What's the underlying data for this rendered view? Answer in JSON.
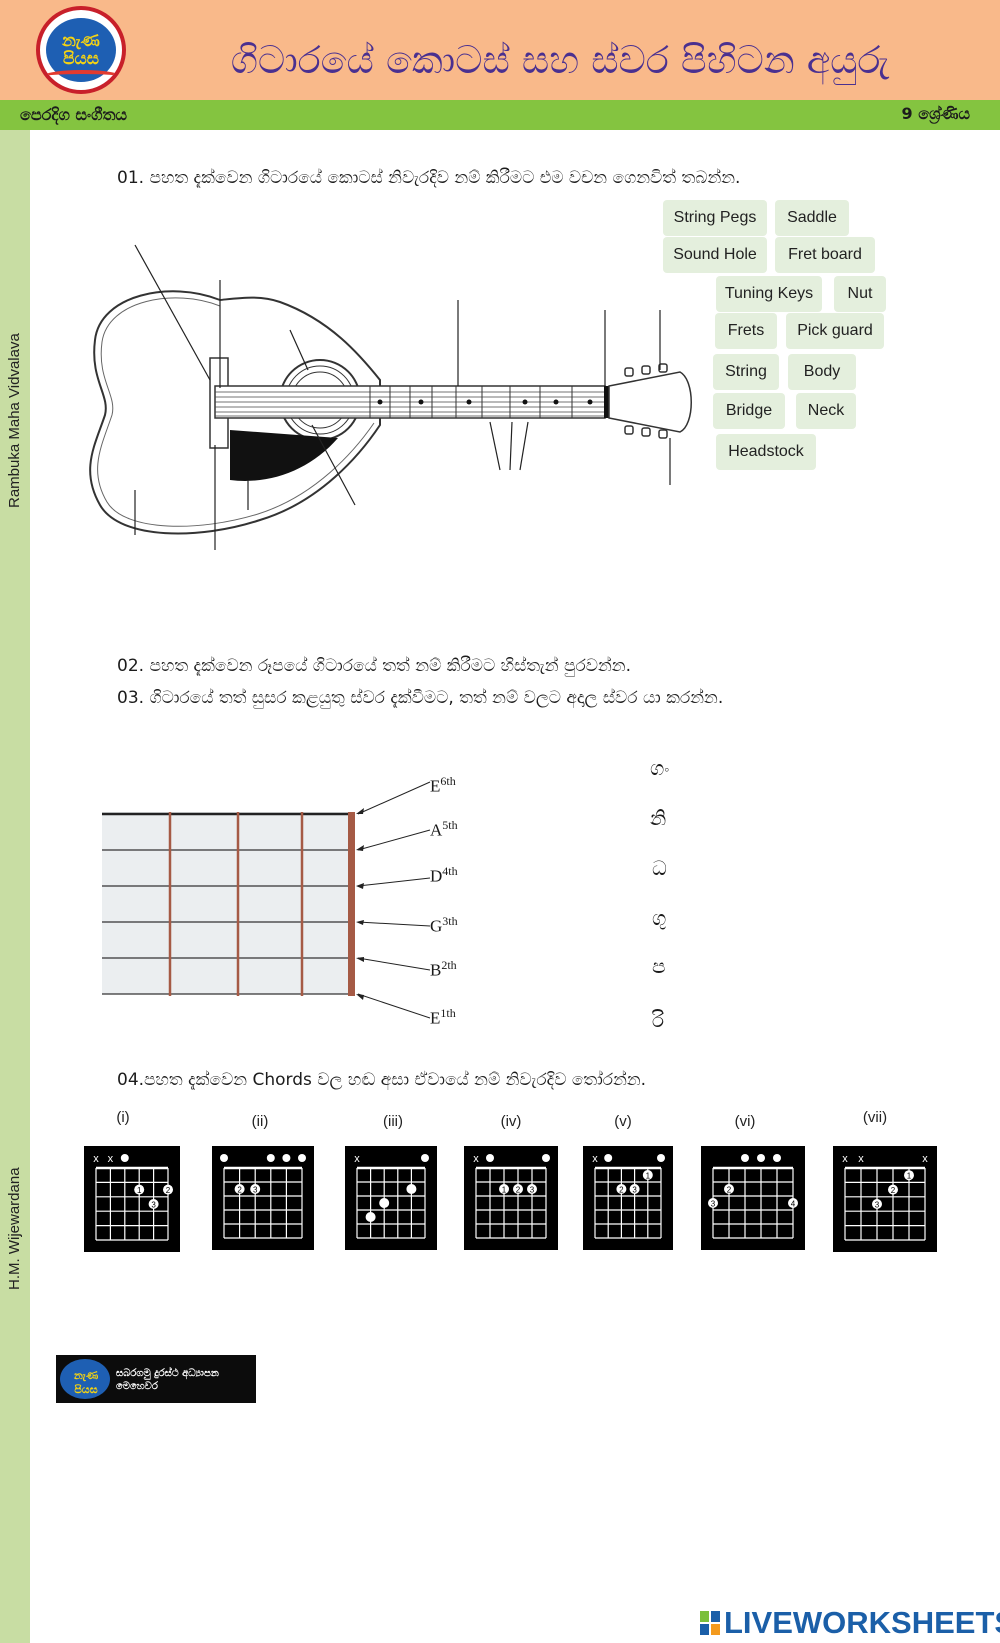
{
  "header": {
    "title": "ගිටාරයේ කොටස් සහ ස්වර පිහිටන අයුරු",
    "logo_text": "නැණ පියස"
  },
  "subject_bar": {
    "subject": "පෙරදිග සංගීතය",
    "grade": "9 ශ්‍රේණිය"
  },
  "sidebar": {
    "school": "Rambuka Maha Vidvalava",
    "author": "H.M. Wijewardana"
  },
  "questions": {
    "q1": "01. පහත දැක්වෙන ගිටාරයේ කොටස් නිවැරදිව නම් කිරීමට එම වචන ගෙනවිත් තබන්න.",
    "q2": "02. පහත දැක්වෙන රූපයේ ගිටාරයේ තත් නම් කිරීමට හිස්තැන් පුරවන්න.",
    "q3": "03. ගිටාරයේ තත් සුසර කළයුතු ස්වර දැක්වීමට, තත් නම් වලට අදාල ස්වර යා කරන්න.",
    "q4": "04.පහත දැක්වෙන Chords වල හඬ අසා ඒවායේ නම් නිවැරදිව තෝරන්න."
  },
  "guitar_parts": [
    "String Pegs",
    "Saddle",
    "Sound Hole",
    "Fret board",
    "Tuning Keys",
    "Nut",
    "Frets",
    "Pick guard",
    "String",
    "Body",
    "Bridge",
    "Neck",
    "Headstock"
  ],
  "strings": [
    {
      "letter": "E",
      "ordinal": "6th"
    },
    {
      "letter": "A",
      "ordinal": "5th"
    },
    {
      "letter": "D",
      "ordinal": "4th"
    },
    {
      "letter": "G",
      "ordinal": "3th"
    },
    {
      "letter": "B",
      "ordinal": "2th"
    },
    {
      "letter": "E",
      "ordinal": "1th"
    }
  ],
  "swara": [
    "ගං",
    "නි",
    "ධ",
    "ගු",
    "ප",
    "රි"
  ],
  "chords": [
    "(i)",
    "(ii)",
    "(iii)",
    "(iv)",
    "(v)",
    "(vi)",
    "(vii)"
  ],
  "chord_fingers": [
    {
      "top": [
        "x",
        "x",
        "o",
        "",
        "",
        ""
      ],
      "dots": [
        [
          3,
          2,
          "1"
        ],
        [
          5,
          2,
          "2"
        ],
        [
          4,
          3,
          "3"
        ]
      ]
    },
    {
      "top": [
        "o",
        "",
        "",
        "o",
        "o",
        "o"
      ],
      "dots": [
        [
          1,
          2,
          "2"
        ],
        [
          2,
          2,
          "3"
        ]
      ]
    },
    {
      "top": [
        "x",
        "",
        "",
        "",
        "",
        "o"
      ],
      "dots": [
        [
          2,
          3,
          ""
        ],
        [
          1,
          4,
          ""
        ],
        [
          4,
          2,
          ""
        ]
      ]
    },
    {
      "top": [
        "x",
        "o",
        "",
        "",
        "",
        "o"
      ],
      "dots": [
        [
          2,
          2,
          "1"
        ],
        [
          3,
          2,
          "2"
        ],
        [
          4,
          2,
          "3"
        ]
      ]
    },
    {
      "top": [
        "x",
        "o",
        "",
        "",
        "",
        "o"
      ],
      "dots": [
        [
          2,
          2,
          "2"
        ],
        [
          3,
          2,
          "3"
        ],
        [
          4,
          1,
          "1"
        ]
      ]
    },
    {
      "top": [
        "",
        "",
        "o",
        "o",
        "o",
        ""
      ],
      "dots": [
        [
          0,
          3,
          "3"
        ],
        [
          1,
          2,
          "2"
        ],
        [
          5,
          3,
          "4"
        ]
      ]
    },
    {
      "top": [
        "x",
        "x",
        "",
        "",
        "",
        "x"
      ],
      "dots": [
        [
          2,
          3,
          "3"
        ],
        [
          3,
          2,
          "2"
        ],
        [
          4,
          1,
          "1"
        ]
      ]
    }
  ],
  "footer": {
    "logo_text": "සබරගමු දුරස්ථ අධ්‍යාපන මෙහෙවර",
    "brand": "LIVEWORKSHEETS"
  }
}
